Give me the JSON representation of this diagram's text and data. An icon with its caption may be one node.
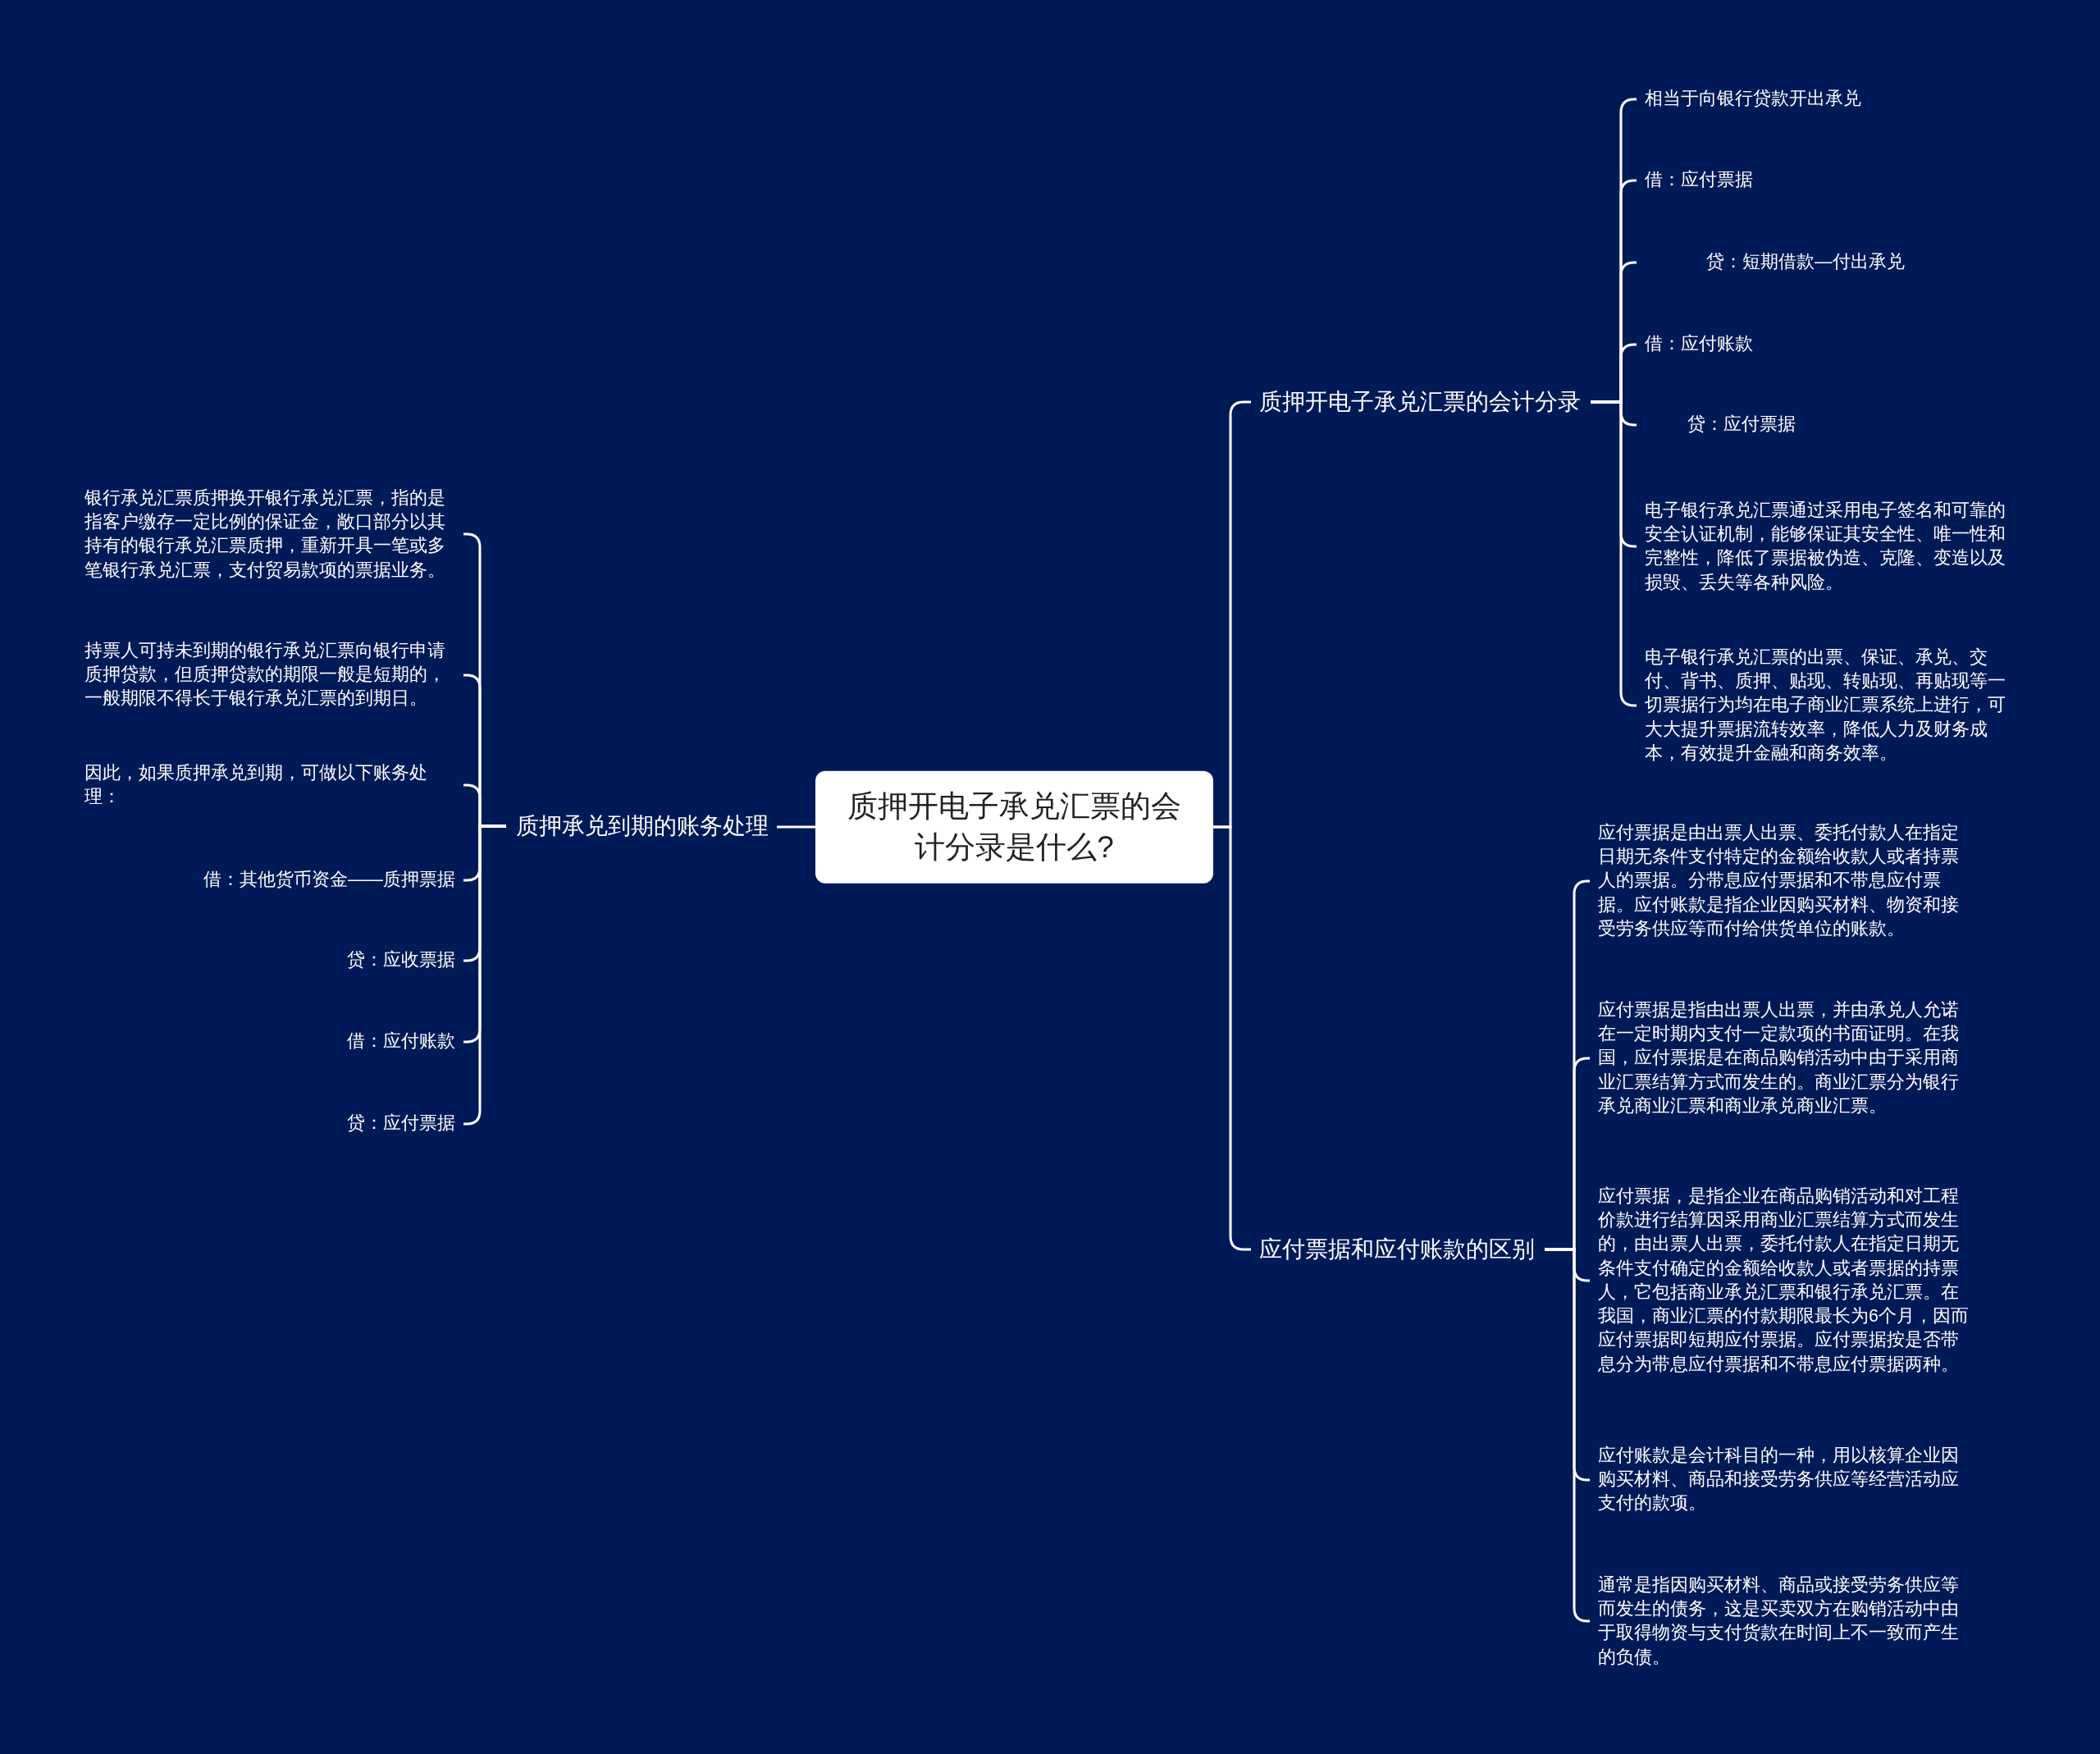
{
  "diagram": {
    "nodes": [
      {
        "text": [
          "质押开电子承兑汇票的会计分录是什么?"
        ]
      },
      {
        "text": [
          "质押开电子承兑汇票的会计分录"
        ]
      },
      {
        "text": [
          "相当于向银行贷款开出承兑"
        ]
      },
      {
        "text": [
          "借：应付票据"
        ]
      },
      {
        "text": [
          "贷：短期借款—付出承兑"
        ]
      },
      {
        "text": [
          "借：应付账款"
        ]
      },
      {
        "text": [
          "贷：应付票据"
        ]
      },
      {
        "text": [
          "电子银行承兑汇票通过采用电子签名和可靠的安全认证机制，能够保证其安全性、唯一性和完整性，降低了票据被伪造、克隆、变造以及损毁、丢失等各种风险。"
        ]
      },
      {
        "text": [
          "电子银行承兑汇票的出票、保证、承兑、交付、背书、质押、贴现、转贴现、再贴现等一切票据行为均在电子商业汇票系统上进行，可大大提升票据流转效率，降低人力及财务成本，有效提升金融和商务效率。"
        ]
      },
      {
        "text": [
          "应付票据和应付账款的区别"
        ]
      },
      {
        "text": [
          "应付票据是由出票人出票、委托付款人在指定日期无条件支付特定的金额给收款人或者持票人的票据。分带息应付票据和不带息应付票据。应付账款是指企业因购买材料、物资和接受劳务供应等而付给供货单位的账款。"
        ]
      },
      {
        "text": [
          "应付票据是指由出票人出票，并由承兑人允诺在一定时期内支付一定款项的书面证明。在我国，应付票据是在商品购销活动中由于采用商业汇票结算方式而发生的。商业汇票分为银行承兑商业汇票和商业承兑商业汇票。"
        ]
      },
      {
        "text": [
          "应付票据，是指企业在商品购销活动和对工程价款进行结算因采用商业汇票结算方式而发生的，由出票人出票，委托付款人在指定日期无条件支付确定的金额给收款人或者票据的持票人，它包括商业承兑汇票和银行承兑汇票。在我国，商业汇票的付款期限最长为6个月，因而应付票据即短期应付票据。应付票据按是否带息分为带息应付票据和不带息应付票据两种。"
        ]
      },
      {
        "text": [
          "应付账款是会计科目的一种，用以核算企业因购买材料、商品和接受劳务供应等经营活动应支付的款项。"
        ]
      },
      {
        "text": [
          "通常是指因购买材料、商品或接受劳务供应等而发生的债务，这是买卖双方在购销活动中由于取得物资与支付货款在时间上不一致而产生的负债。"
        ]
      },
      {
        "text": [
          "质押承兑到期的账务处理"
        ]
      },
      {
        "text": [
          "银行承兑汇票质押换开银行承兑汇票，指的是指客户缴存一定比例的保证金，敞口部分以其持有的银行承兑汇票质押，重新开具一笔或多笔银行承兑汇票，支付贸易款项的票据业务。"
        ]
      },
      {
        "text": [
          "持票人可持未到期的银行承兑汇票向银行申请质押贷款，但质押贷款的期限一般是短期的，一般期限不得长于银行承兑汇票的到期日。"
        ]
      },
      {
        "text": [
          "因此，如果质押承兑到期，可做以下账务处理："
        ]
      },
      {
        "text": [
          "借：其他货币资金——质押票据"
        ]
      },
      {
        "text": [
          "贷：应收票据"
        ]
      },
      {
        "text": [
          "借：应付账款"
        ]
      },
      {
        "text": [
          "贷：应付票据"
        ]
      }
    ],
    "edges": [
      {
        "from": 0,
        "to": 1,
        "arrow": "none"
      },
      {
        "from": 1,
        "to": 2,
        "arrow": "none"
      },
      {
        "from": 1,
        "to": 3,
        "arrow": "none"
      },
      {
        "from": 1,
        "to": 4,
        "arrow": "none"
      },
      {
        "from": 1,
        "to": 5,
        "arrow": "none"
      },
      {
        "from": 1,
        "to": 6,
        "arrow": "none"
      },
      {
        "from": 1,
        "to": 7,
        "arrow": "none"
      },
      {
        "from": 1,
        "to": 8,
        "arrow": "none"
      },
      {
        "from": 0,
        "to": 9,
        "arrow": "none"
      },
      {
        "from": 9,
        "to": 10,
        "arrow": "none"
      },
      {
        "from": 9,
        "to": 11,
        "arrow": "none"
      },
      {
        "from": 9,
        "to": 12,
        "arrow": "none"
      },
      {
        "from": 9,
        "to": 13,
        "arrow": "none"
      },
      {
        "from": 9,
        "to": 14,
        "arrow": "none"
      },
      {
        "from": 0,
        "to": 15,
        "arrow": "none"
      },
      {
        "from": 15,
        "to": 16,
        "arrow": "none"
      },
      {
        "from": 15,
        "to": 17,
        "arrow": "none"
      },
      {
        "from": 15,
        "to": 18,
        "arrow": "none"
      },
      {
        "from": 15,
        "to": 19,
        "arrow": "none"
      },
      {
        "from": 15,
        "to": 20,
        "arrow": "none"
      },
      {
        "from": 15,
        "to": 21,
        "arrow": "none"
      },
      {
        "from": 15,
        "to": 22,
        "arrow": "none"
      }
    ]
  }
}
